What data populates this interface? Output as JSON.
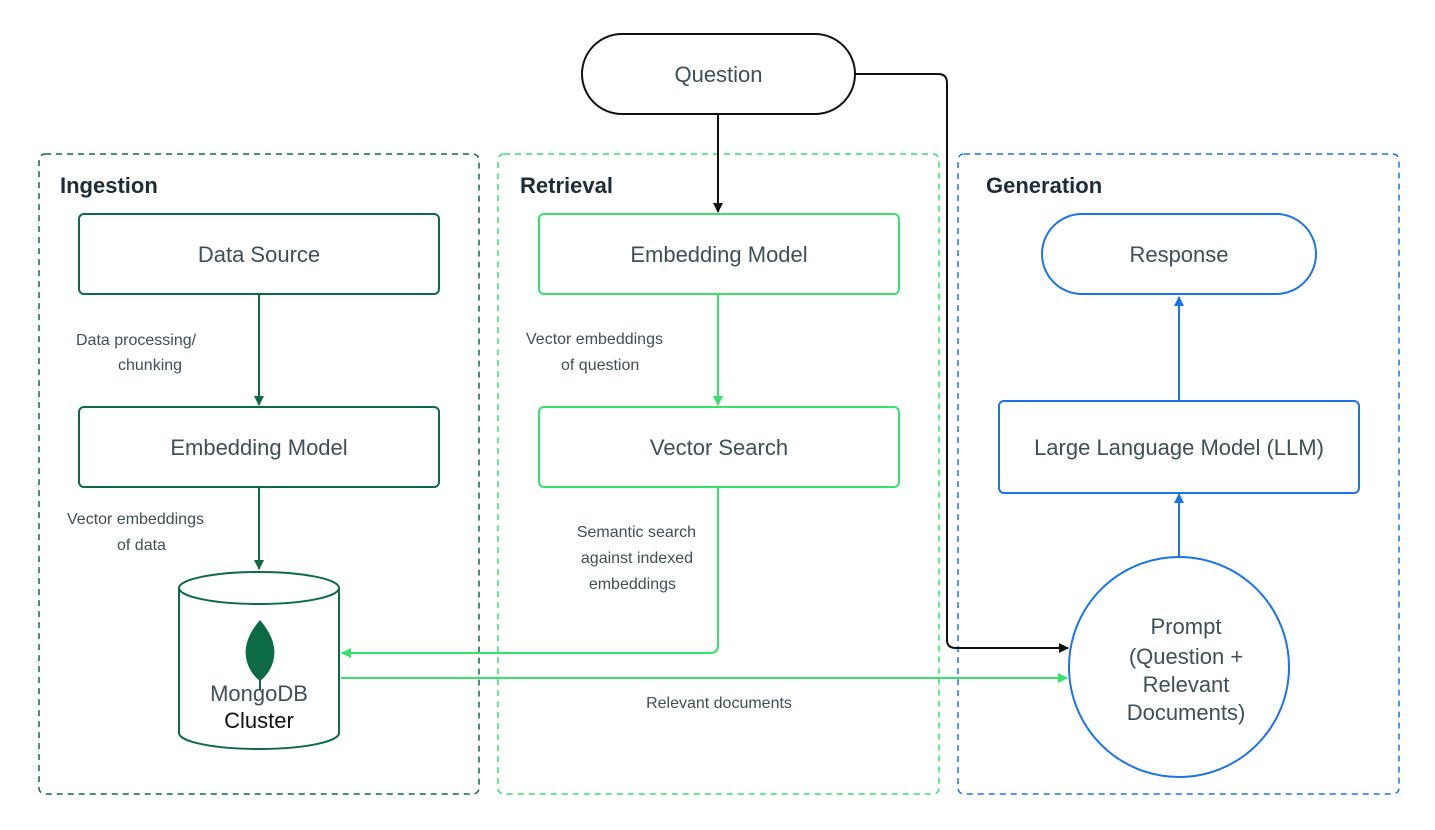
{
  "colors": {
    "ingestion": "#0c6b45",
    "retrieval": "#35e26a",
    "generation": "#1a73e8",
    "question": "#111111",
    "text": "#3d4f58",
    "title": "#1c2d38"
  },
  "sections": {
    "ingestion": {
      "title": "Ingestion"
    },
    "retrieval": {
      "title": "Retrieval"
    },
    "generation": {
      "title": "Generation"
    }
  },
  "nodes": {
    "question": "Question",
    "data_source": "Data Source",
    "ingest_embedding_model": "Embedding Model",
    "mongodb_cluster": [
      "MongoDB",
      "Cluster"
    ],
    "retrieval_embedding_model": "Embedding Model",
    "vector_search": "Vector Search",
    "response": "Response",
    "llm": "Large Language Model (LLM)",
    "prompt": [
      "Prompt",
      "(Question +",
      "Relevant",
      "Documents)"
    ]
  },
  "edge_labels": {
    "chunking": [
      "Data processing/",
      "chunking"
    ],
    "vectors_data": [
      "Vector embeddings",
      "of data"
    ],
    "vectors_question": [
      "Vector embeddings",
      "of question"
    ],
    "semantic_search": [
      "Semantic search",
      "against indexed",
      "embeddings"
    ],
    "relevant_documents": "Relevant documents"
  },
  "icons": {
    "database": "database-cylinder-icon",
    "mongodb_leaf": "mongodb-leaf-icon"
  }
}
